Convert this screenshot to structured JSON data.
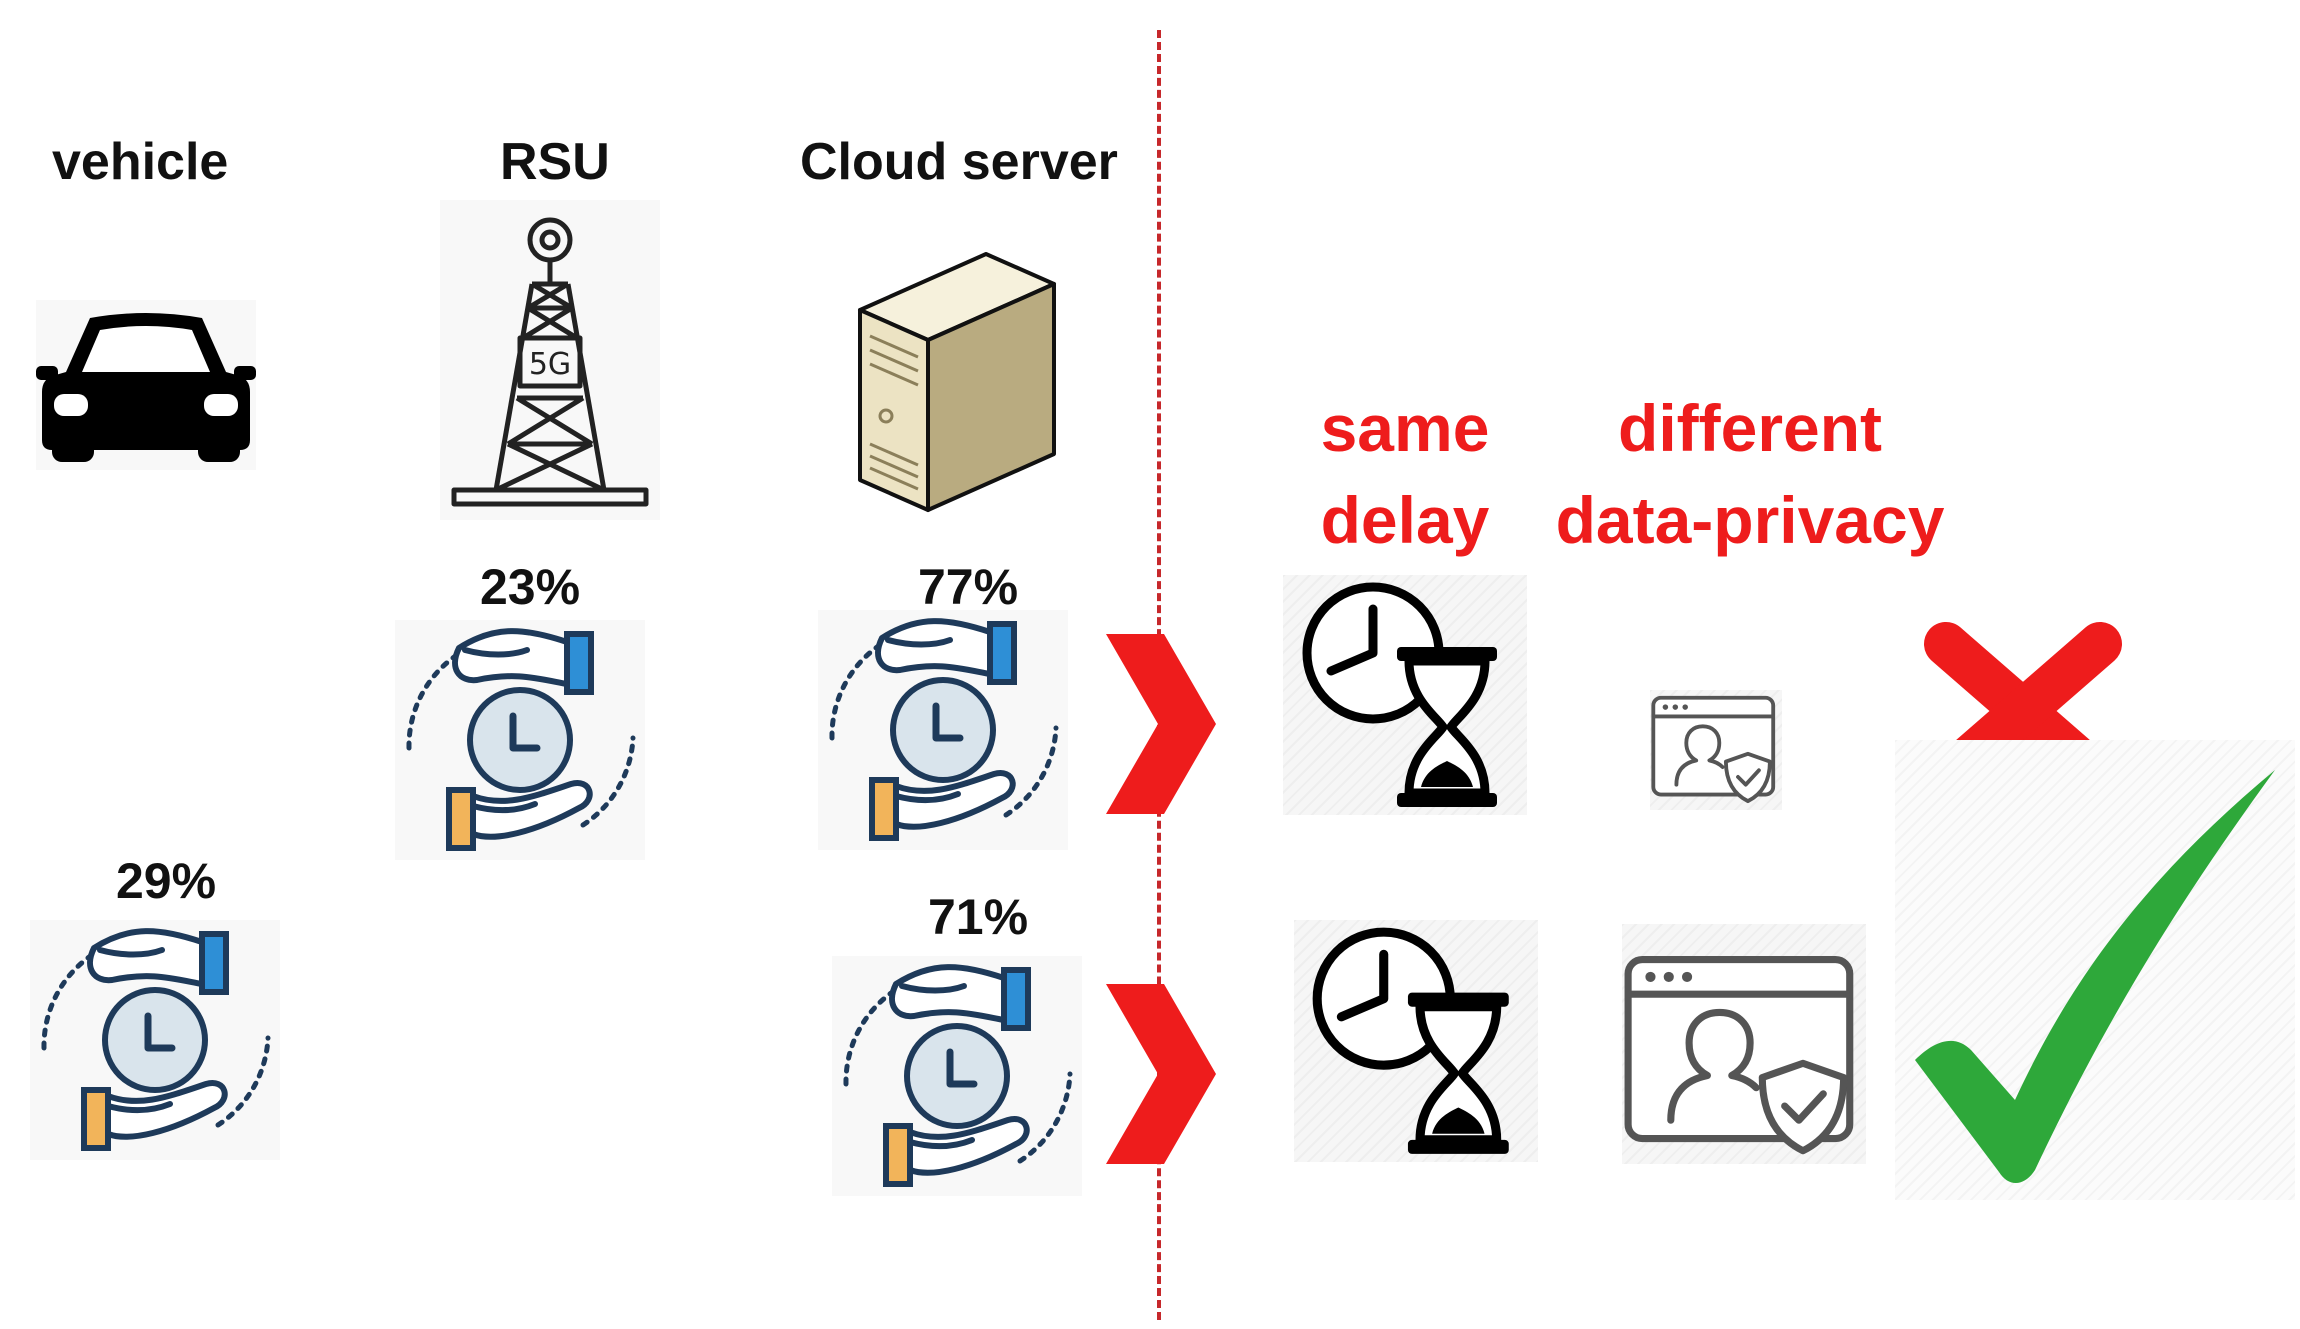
{
  "columns": {
    "vehicle": "vehicle",
    "rsu": "RSU",
    "cloud": "Cloud server"
  },
  "tower_label": "5G",
  "percentages": {
    "vehicle_row2": "29%",
    "rsu_row1": "23%",
    "cloud_row1": "77%",
    "cloud_row2": "71%"
  },
  "comparison": {
    "same_line1": "same",
    "same_line2": "delay",
    "different_line1": "different",
    "different_line2": "data-privacy"
  },
  "colors": {
    "accent_red": "#ee1c1c",
    "check_green": "#2ea83a",
    "icon_navy": "#1e3a5a",
    "hand_blue": "#2e8fd6",
    "hand_orange": "#f2b45a",
    "clock_face": "#d9e4ec"
  },
  "icons": {
    "vehicle": "car-icon",
    "rsu": "5g-tower-icon",
    "cloud": "server-icon",
    "offload": "hands-clock-icon",
    "delay": "clock-hourglass-icon",
    "privacy": "user-shield-browser-icon",
    "reject": "red-cross-icon",
    "accept": "green-check-icon",
    "arrow": "red-chevron-icon"
  }
}
